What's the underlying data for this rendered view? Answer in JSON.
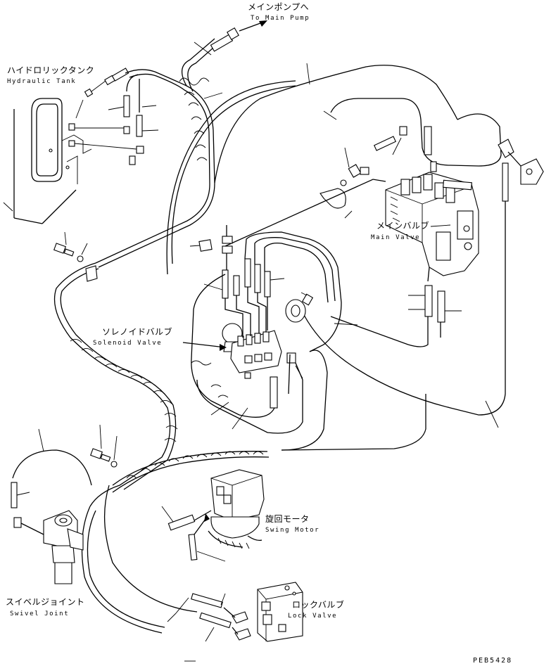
{
  "diagram": {
    "drawing_code": "PEB5428",
    "labels": {
      "main_pump_jp": "メインポンプへ",
      "main_pump_en": "To Main Pump",
      "hydraulic_tank_jp": "ハイドロリックタンク",
      "hydraulic_tank_en": "Hydraulic Tank",
      "main_valve_jp": "メインバルブ",
      "main_valve_en": "Main Valve",
      "solenoid_valve_jp": "ソレノイドバルブ",
      "solenoid_valve_en": "Solenoid Valve",
      "swing_motor_jp": "旋回モータ",
      "swing_motor_en": "Swing Motor",
      "swivel_joint_jp": "スイベルジョイント",
      "swivel_joint_en": "Swivel Joint",
      "lock_valve_jp": "ロックバルブ",
      "lock_valve_en": "Lock Valve"
    }
  }
}
